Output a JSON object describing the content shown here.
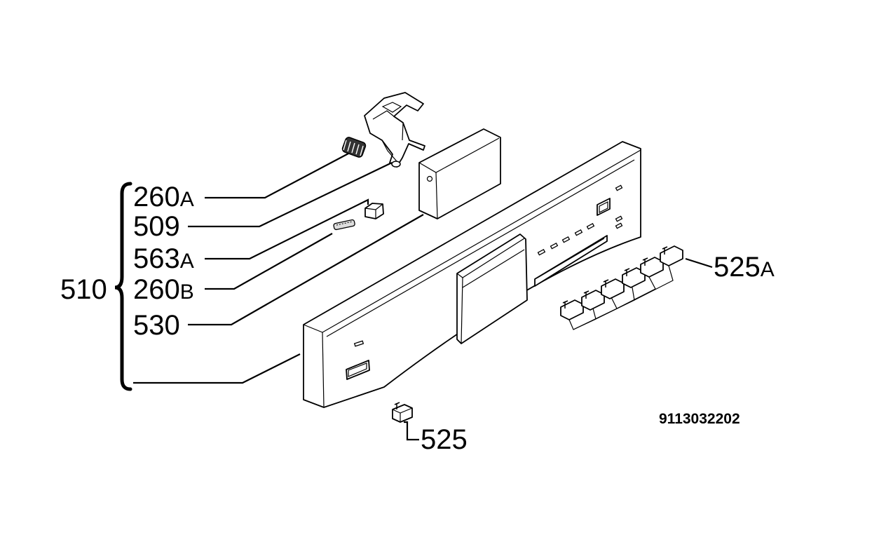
{
  "diagram": {
    "group_label": "510",
    "part_labels": [
      {
        "id": "260a",
        "number": "260",
        "suffix": "A"
      },
      {
        "id": "509",
        "number": "509",
        "suffix": ""
      },
      {
        "id": "563a",
        "number": "563",
        "suffix": "A"
      },
      {
        "id": "260b",
        "number": "260",
        "suffix": "B"
      },
      {
        "id": "530",
        "number": "530",
        "suffix": ""
      },
      {
        "id": "525a",
        "number": "525",
        "suffix": "A"
      },
      {
        "id": "525",
        "number": "525",
        "suffix": ""
      }
    ],
    "drawing_code": "9113032202"
  }
}
